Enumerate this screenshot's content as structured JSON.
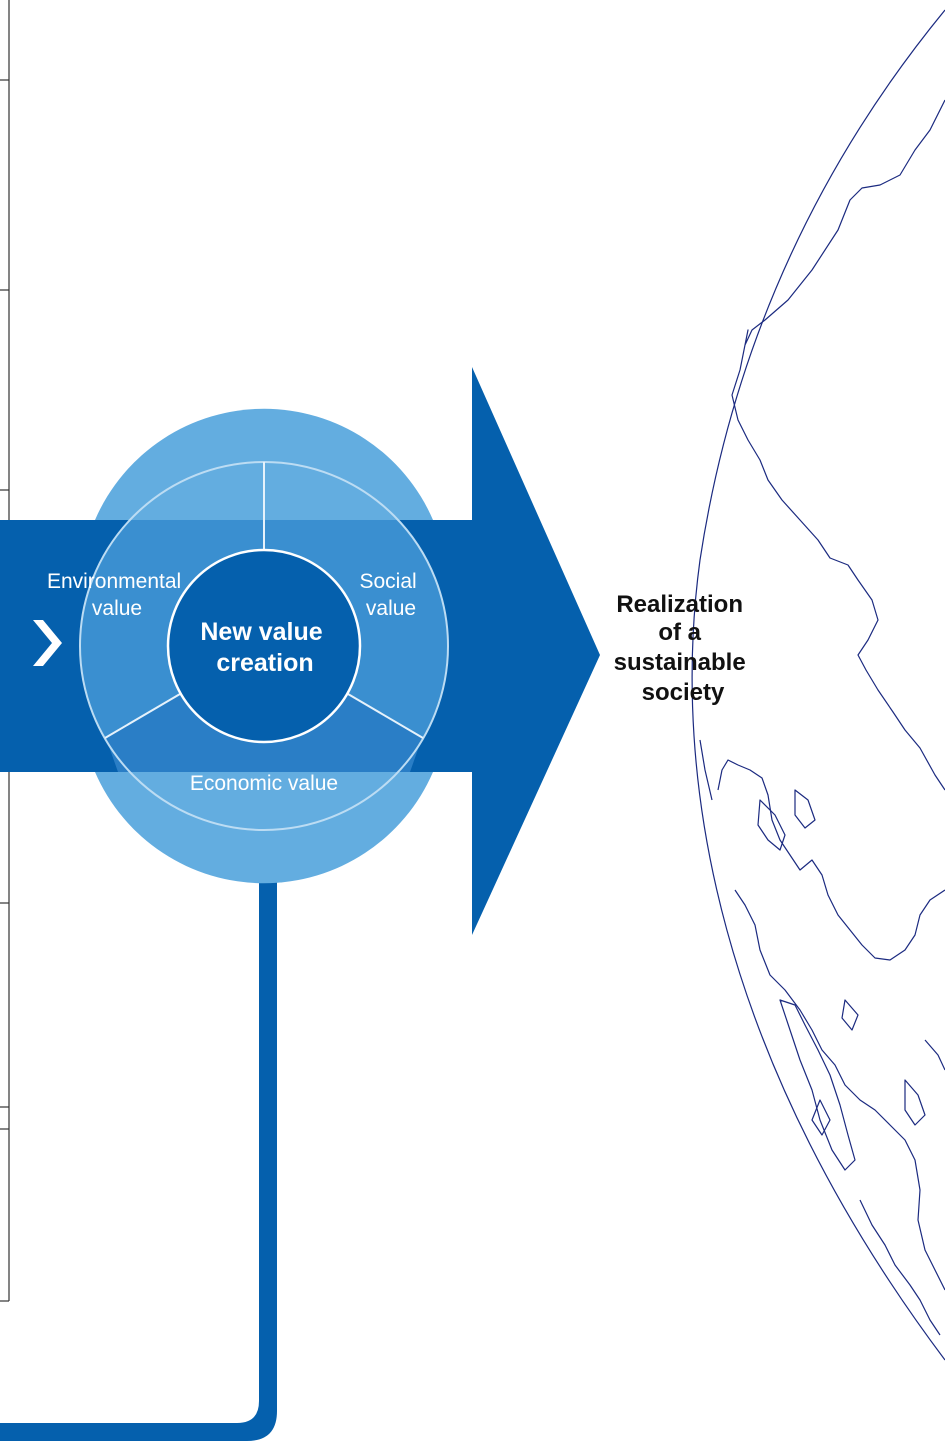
{
  "diagram": {
    "center_label_lines": [
      "New value",
      "creation"
    ],
    "segments": {
      "environmental_lines": [
        "Environmental",
        "value"
      ],
      "social_lines": [
        "Social",
        "value"
      ],
      "economic": "Economic value"
    },
    "goal_lines": [
      "Realization",
      "of a",
      "sustainable",
      "society"
    ],
    "icons": {
      "chevron": "chevron-right-icon",
      "globe": "globe-icon"
    },
    "colors": {
      "arrow": "#0560ad",
      "ring_light": "#63ade0",
      "ring_mid": "#3a8fd0",
      "ring_dark": "#2a7ec6",
      "center": "#0560ad",
      "globe_line": "#1b2a80",
      "connector": "#0560ad"
    }
  }
}
